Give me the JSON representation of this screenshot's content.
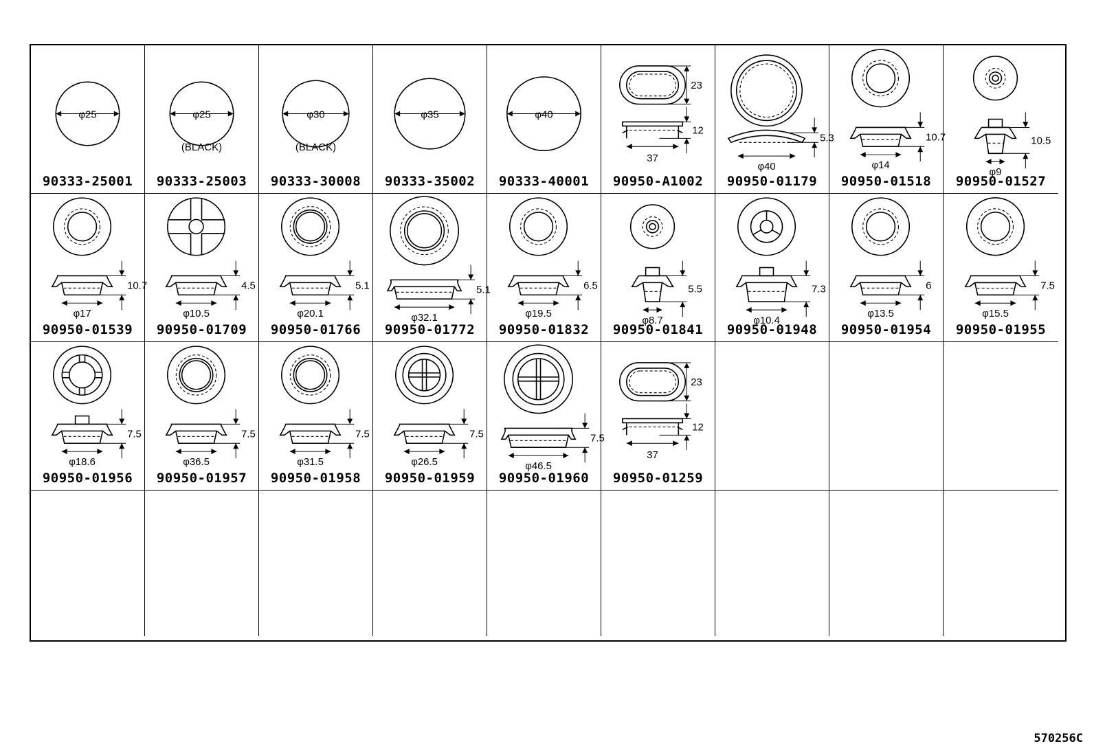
{
  "diagram_code": "570256C",
  "grid": {
    "columns": 9,
    "rows": 4
  },
  "parts": [
    {
      "part_number": "90333-25001",
      "type": "cap",
      "size": 0.55,
      "labels": [
        "φ25"
      ]
    },
    {
      "part_number": "90333-25003",
      "type": "cap",
      "size": 0.55,
      "labels": [
        "φ25"
      ],
      "note": "(BLACK)"
    },
    {
      "part_number": "90333-30008",
      "type": "cap",
      "size": 0.62,
      "labels": [
        "φ30"
      ],
      "note": "(BLACK)"
    },
    {
      "part_number": "90333-35002",
      "type": "cap",
      "size": 0.72,
      "labels": [
        "φ35"
      ]
    },
    {
      "part_number": "90333-40001",
      "type": "cap",
      "size": 0.8,
      "labels": [
        "φ40"
      ]
    },
    {
      "part_number": "90950-A1002",
      "type": "oval",
      "labels": [
        "23",
        "12",
        "37"
      ]
    },
    {
      "part_number": "90950-01179",
      "type": "wide",
      "labels": [
        "5.3",
        "φ40"
      ]
    },
    {
      "part_number": "90950-01518",
      "type": "grommet",
      "variant": "rings",
      "labels": [
        "10.7",
        "φ14"
      ]
    },
    {
      "part_number": "90950-01527",
      "type": "grommet",
      "variant": "small",
      "labels": [
        "10.5",
        "φ9"
      ]
    },
    {
      "part_number": "90950-01539",
      "type": "grommet",
      "variant": "rings",
      "labels": [
        "10.7",
        "φ17"
      ]
    },
    {
      "part_number": "90950-01709",
      "type": "grommet",
      "variant": "cross",
      "labels": [
        "4.5",
        "φ10.5"
      ]
    },
    {
      "part_number": "90950-01766",
      "type": "grommet",
      "variant": "ring",
      "labels": [
        "5.1",
        "φ20.1"
      ]
    },
    {
      "part_number": "90950-01772",
      "type": "grommet",
      "variant": "bigring",
      "labels": [
        "5.1",
        "φ32.1"
      ]
    },
    {
      "part_number": "90950-01832",
      "type": "grommet",
      "variant": "rings",
      "labels": [
        "6.5",
        "φ19.5"
      ]
    },
    {
      "part_number": "90950-01841",
      "type": "grommet",
      "variant": "small",
      "labels": [
        "5.5",
        "φ8.7"
      ]
    },
    {
      "part_number": "90950-01948",
      "type": "grommet",
      "variant": "tri",
      "labels": [
        "7.3",
        "φ10.4"
      ]
    },
    {
      "part_number": "90950-01954",
      "type": "grommet",
      "variant": "rings",
      "labels": [
        "6",
        "φ13.5"
      ]
    },
    {
      "part_number": "90950-01955",
      "type": "grommet",
      "variant": "rings",
      "labels": [
        "7.5",
        "φ15.5"
      ]
    },
    {
      "part_number": "90950-01956",
      "type": "grommet",
      "variant": "slots",
      "labels": [
        "7.5",
        "φ18.6"
      ]
    },
    {
      "part_number": "90950-01957",
      "type": "grommet",
      "variant": "ring",
      "labels": [
        "7.5",
        "φ36.5"
      ]
    },
    {
      "part_number": "90950-01958",
      "type": "grommet",
      "variant": "ring",
      "labels": [
        "7.5",
        "φ31.5"
      ]
    },
    {
      "part_number": "90950-01959",
      "type": "grommet",
      "variant": "quad",
      "labels": [
        "7.5",
        "φ26.5"
      ]
    },
    {
      "part_number": "90950-01960",
      "type": "grommet",
      "variant": "bigquad",
      "labels": [
        "7.5",
        "φ46.5"
      ]
    },
    {
      "part_number": "90950-01259",
      "type": "oval",
      "labels": [
        "23",
        "12",
        "37"
      ]
    }
  ]
}
